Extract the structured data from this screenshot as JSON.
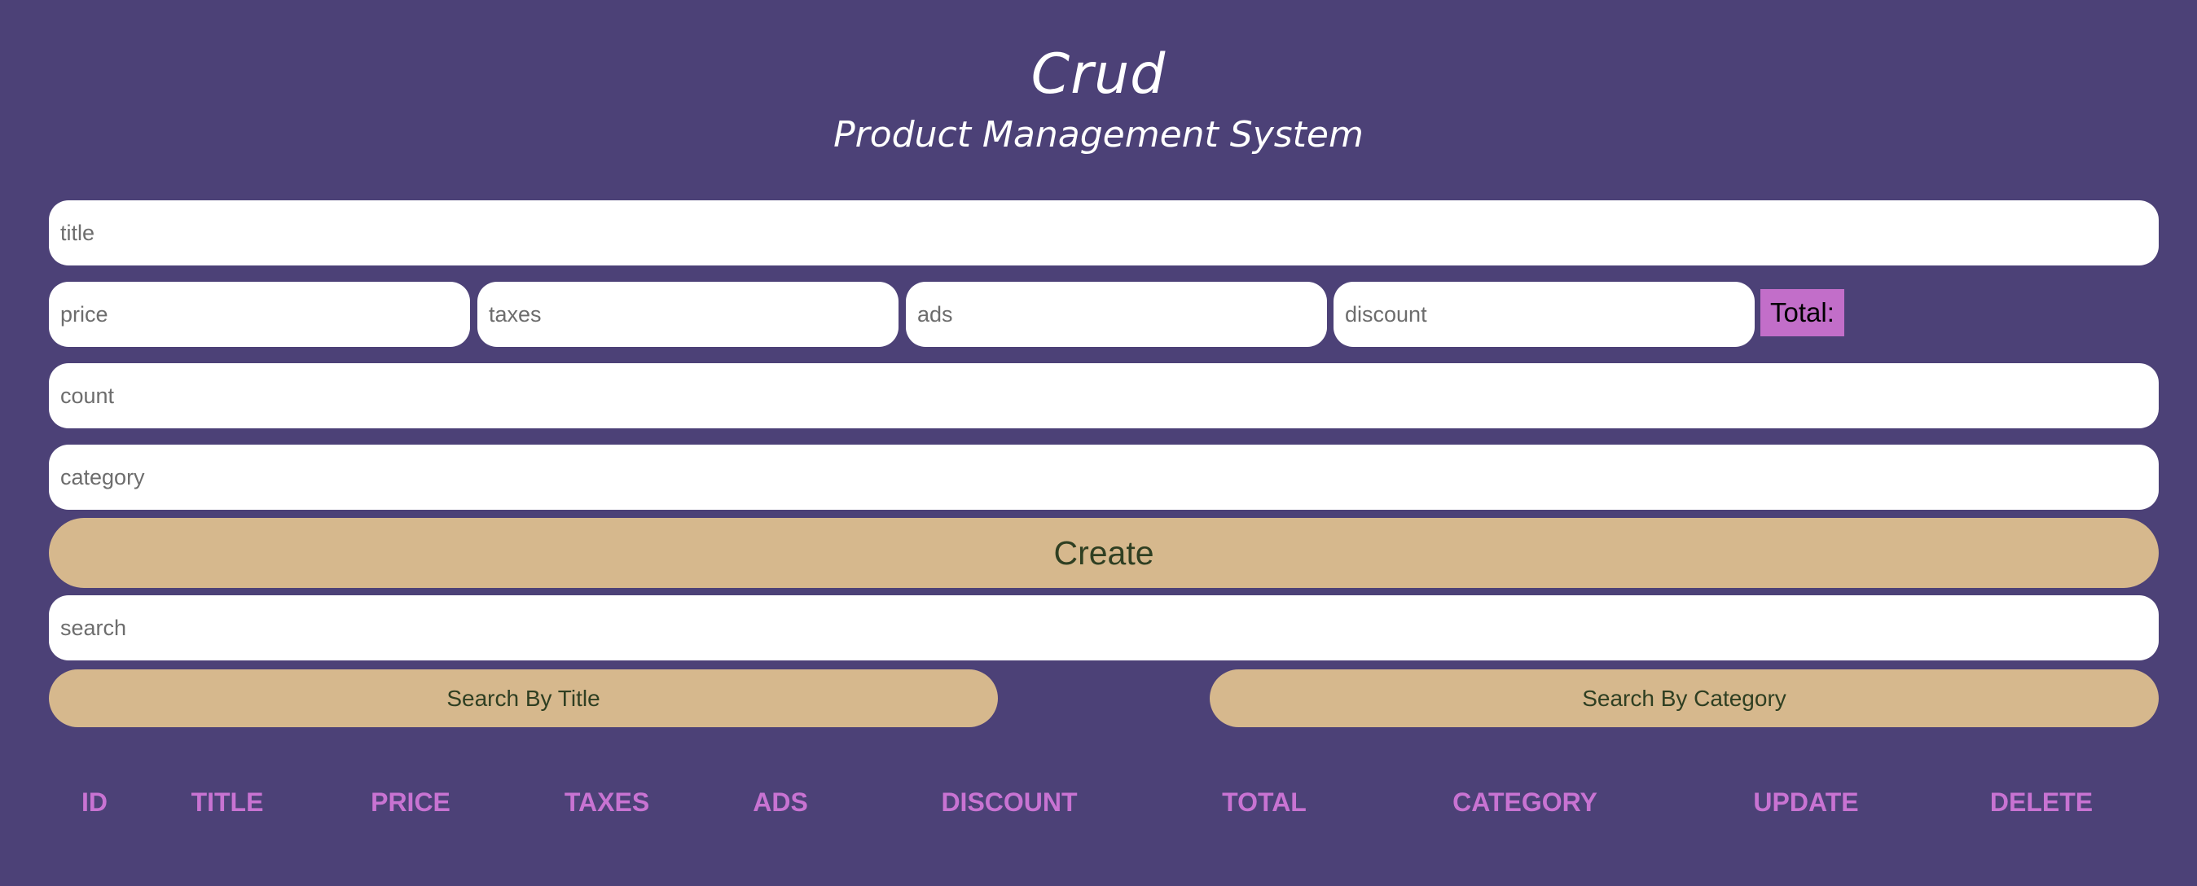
{
  "header": {
    "title": "Crud",
    "subtitle": "Product Management System"
  },
  "form": {
    "title_placeholder": "title",
    "price_placeholder": "price",
    "taxes_placeholder": "taxes",
    "ads_placeholder": "ads",
    "discount_placeholder": "discount",
    "total_label": "Total:",
    "count_placeholder": "count",
    "category_placeholder": "category",
    "create_label": "Create"
  },
  "search": {
    "placeholder": "search",
    "by_title_label": "Search By Title",
    "by_category_label": "Search By Category"
  },
  "table": {
    "columns": [
      "ID",
      "TITLE",
      "PRICE",
      "TAXES",
      "ADS",
      "DISCOUNT",
      "TOTAL",
      "CATEGORY",
      "UPDATE",
      "DELETE"
    ]
  },
  "colors": {
    "background": "#4c4177",
    "button": "#d6b88d",
    "button_text": "#2f3f22",
    "total_badge": "#c26ec9",
    "column_header": "#c873d2"
  }
}
